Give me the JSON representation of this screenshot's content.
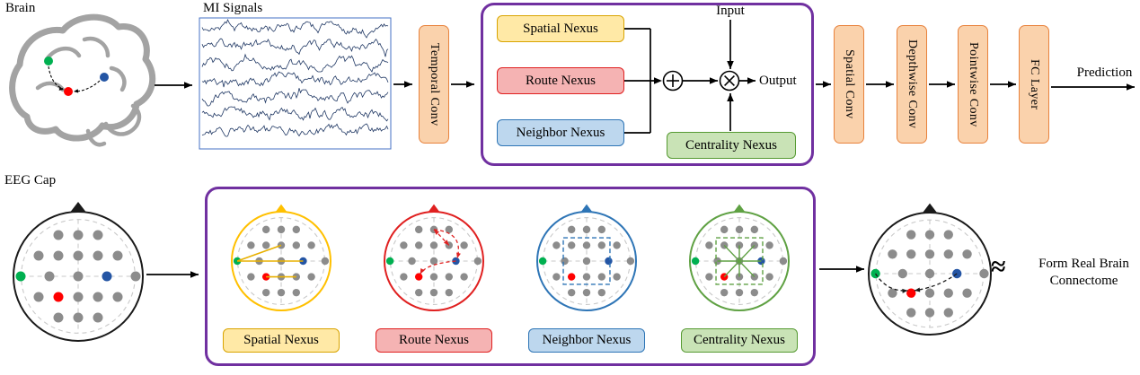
{
  "pipeline": {
    "brain_label": "Brain",
    "mi_signals_label": "MI Signals",
    "temporal_conv_label": "Temporal Conv",
    "input_label": "Input",
    "output_label": "Output",
    "spatial_conv_label": "Spatial Conv",
    "depthwise_conv_label": "Depthwise Conv",
    "pointwise_conv_label": "Pointwise Conv",
    "fc_layer_label": "FC Layer",
    "prediction_label": "Prediction"
  },
  "nexus_module": {
    "spatial_label": "Spatial Nexus",
    "route_label": "Route Nexus",
    "neighbor_label": "Neighbor Nexus",
    "centrality_label": "Centrality Nexus"
  },
  "bottom_row": {
    "eeg_cap_label": "EEG Cap",
    "head_labels": {
      "spatial": "Spatial Nexus",
      "route": "Route Nexus",
      "neighbor": "Neighbor Nexus",
      "centrality": "Centrality Nexus"
    },
    "approx_symbol": "≈",
    "connectome_line1": "Form Real Brain",
    "connectome_line2": "Connectome"
  },
  "colors": {
    "purple": "#7030A0",
    "orange_fill": "#FAD2AC",
    "orange_border": "#E8823C",
    "yellow_fill": "#FFE9A6",
    "yellow_border": "#D9A400",
    "red_fill": "#F5B3B3",
    "red_border": "#E02020",
    "blue_fill": "#BDD7EE",
    "blue_border": "#2E75B6",
    "green_fill": "#C9E3B6",
    "green_border": "#569A32",
    "head_black": "#1A1A1A",
    "head_yellow": "#FFC000",
    "head_red": "#E02020",
    "head_blue": "#2E75B6",
    "head_green": "#5FA143",
    "dot_green": "#00B050",
    "dot_blue": "#2455A4",
    "dot_red": "#FF0000",
    "electrode_gray": "#8C8C8C",
    "signal": "#203864",
    "signal_box_border": "#4472C4",
    "arrow": "#000000",
    "dashed_guide": "#C9C9C9"
  }
}
